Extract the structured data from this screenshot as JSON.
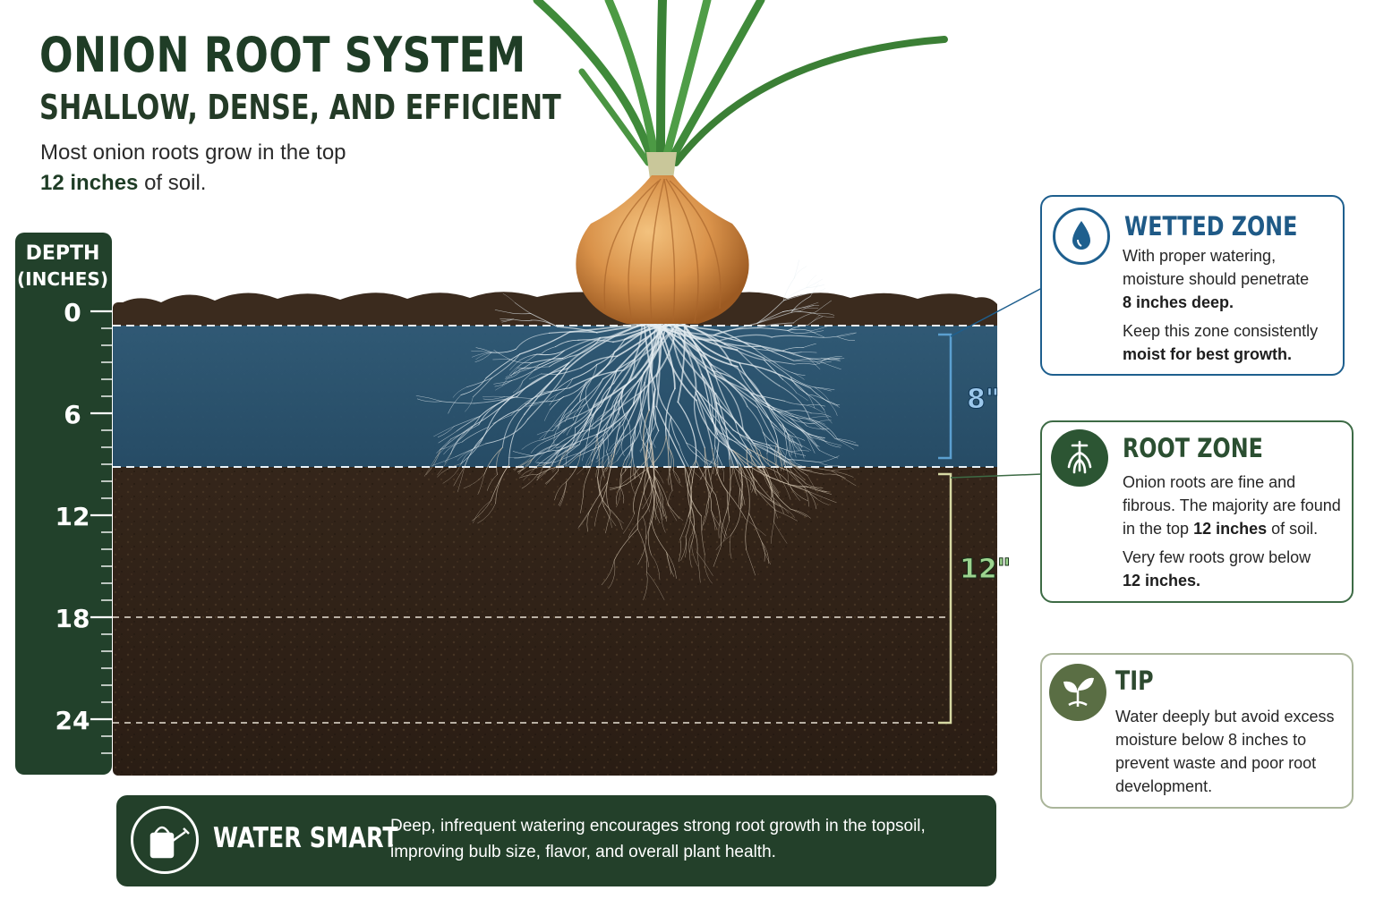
{
  "header": {
    "title": "ONION ROOT SYSTEM",
    "subtitle": "SHALLOW, DENSE, AND EFFICIENT",
    "intro_line1": "Most onion roots grow in the top",
    "intro_highlight": "12 inches",
    "intro_line2_rest": " of soil."
  },
  "depth_scale": {
    "title_line1": "DEPTH",
    "title_line2": "(INCHES)",
    "labels": [
      "0",
      "6",
      "12",
      "18",
      "24"
    ]
  },
  "zones": {
    "wetted_depth_label": "8\"",
    "root_depth_label": "12\""
  },
  "cards": {
    "wetted": {
      "icon": "water-drop-icon",
      "title": "WETTED ZONE",
      "text_1": "With proper watering, moisture should penetrate",
      "text_1_bold": "8 inches deep.",
      "text_2": "Keep this zone consistently",
      "text_2_bold": "moist for best growth."
    },
    "root": {
      "icon": "roots-icon",
      "title": "ROOT ZONE",
      "text_1": "Onion roots are fine and fibrous. The majority are found in the top",
      "text_1_bold": "12 inches",
      "text_1_end": " of soil.",
      "text_2": "Very few roots grow below",
      "text_2_bold": "12 inches."
    },
    "tip": {
      "icon": "sprout-leaf-icon",
      "title": "TIP",
      "text": "Water deeply but avoid excess moisture below 8 inches to prevent waste and poor root development."
    }
  },
  "banner": {
    "icon": "watering-can-icon",
    "title": "WATER SMART",
    "text": "Deep, infrequent watering encourages strong root growth in the topsoil, improving bulb size, flavor, and overall plant health."
  },
  "colors": {
    "dark_green": "#22412b",
    "water_blue": "#1e5f8e",
    "root_green": "#3d6b45",
    "soil": "#2f2218"
  }
}
